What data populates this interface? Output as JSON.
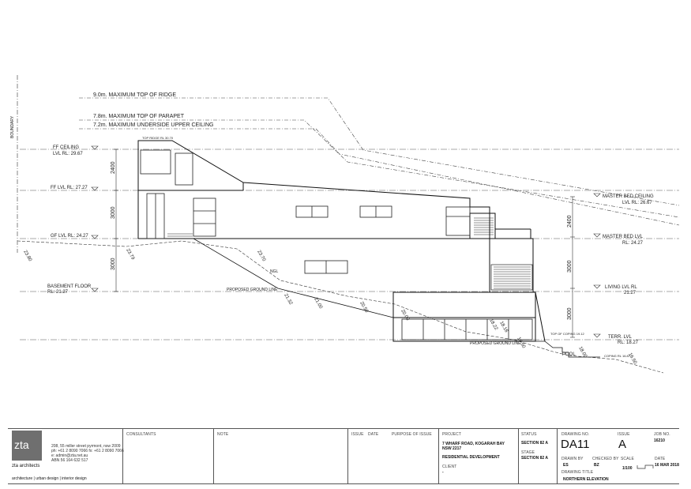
{
  "levels_left": {
    "ff_ceiling": "FF CEILING",
    "ff_ceiling_rl": "LVL RL: 29.67",
    "ff_lvl": "FF LVL RL: 27.27",
    "gf_lvl": "GF LVL RL: 24.27",
    "basement": "BASEMENT FLOOR",
    "basement_rl": "RL: 21.27"
  },
  "levels_right": {
    "master_ceiling": "MASTER BED CEILING",
    "master_ceiling_rl": "LVL RL: 26.67",
    "master_lvl": "MASTER BED LVL",
    "master_lvl_rl": "RL: 24.27",
    "living_lvl": "LIVING LVL RL",
    "living_lvl_rl": "21.27",
    "terr_lvl": "TERR. LVL",
    "terr_lvl_rl": "RL: 18.27"
  },
  "height_limits": {
    "ridge": "9.0m. MAXIMUM TOP OF RIDGE",
    "parapet": "7.8m. MAXIMUM TOP OF PARAPET",
    "ceiling": "7.2m. MAXIMUM UNDERSIDE UPPER CEILING"
  },
  "dimensions": {
    "left_2400": "2400",
    "left_3000a": "3000",
    "left_3000b": "3000",
    "right_2400": "2400",
    "right_3000a": "3000",
    "right_3000b": "3000"
  },
  "annotations": {
    "boundary": "BOUNDARY",
    "proposed_ground_1": "PROPOSED GROUND LINE",
    "proposed_ground_2": "PROPOSED GROUND LINE",
    "ngl": "NGL",
    "top_ridge": "TOP RIDGE RL 30.70",
    "top_coping": "TOP OF COPING 19.12",
    "coping_rl": "COPING RL 16.87",
    "pool": "POOL",
    "spot_levels": [
      "23.80",
      "23.79",
      "23.70",
      "21.32",
      "21.00",
      "20.50",
      "20.00",
      "18.22",
      "18.16",
      "16.50",
      "18.00",
      "16.50"
    ]
  },
  "title_block": {
    "firm_logo": "zta",
    "firm_name": "zta architects",
    "firm_address_1": "208, 55 miller street pyrmont, nsw 2009",
    "firm_address_2": "ph: +61 2 8090 7066  fx: +61 2 8090 7066",
    "firm_address_3": "e: admin@zta.net.au",
    "firm_address_4": "ABN 56 164 632 517",
    "firm_tagline": "architecture | urban design | interior design",
    "consultants": "CONSULTANTS",
    "note": "NOTE",
    "issue": "ISSUE",
    "date": "DATE",
    "purpose": "PURPOSE OF ISSUE",
    "project_head": "PROJECT",
    "project_line1": "7 WHARF ROAD, KOGARAH BAY",
    "project_line2": "NSW 2217",
    "project_line3": "RESIDENTIAL DEVELOPMENT",
    "client_head": "CLIENT",
    "client_value": "-",
    "status_head": "STATUS",
    "status_value": "SECTION 82 A",
    "stage_head": "STAGE",
    "stage_value": "SECTION 82 A",
    "drawing_no_head": "DRAWING NO.",
    "drawing_no": "DA11",
    "issue_head": "ISSUE",
    "issue_value": "A",
    "job_no_head": "JOB NO.",
    "job_no": "16210",
    "drawn_by_head": "DRAWN BY",
    "drawn_by": "ES",
    "checked_by_head": "CHECKED BY",
    "checked_by": "BZ",
    "scale_head": "SCALE",
    "scale": "1/100",
    "date_head": "DATE",
    "date_value": "16 MAR 2018",
    "drawing_title_head": "DRAWING TITLE",
    "drawing_title": "NORTHERN ELEVATION"
  },
  "colors": {
    "line": "#1a1a1a",
    "dashed": "#444444",
    "logo_bg": "#6f6f6f"
  }
}
